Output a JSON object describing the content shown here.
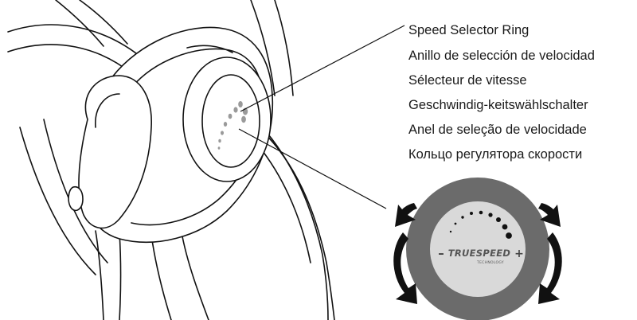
{
  "callout": {
    "labels": [
      "Speed Selector Ring",
      "Anillo de selección de velocidad",
      "Sélecteur de vitesse",
      "Geschwindig-keitswählschalter",
      "Anel de seleção de velocidade",
      "Кольцо регулятора скорости"
    ]
  },
  "dial": {
    "brand_main": "TRUESPEED",
    "brand_sub": "TECHNOLOGY",
    "minus": "–",
    "plus": "+",
    "ring_color": "#6b6b6b",
    "face_color": "#d9d9d9",
    "arrow_color": "#111111"
  },
  "icons": {
    "rotate_left": "curved-arrow-counterclockwise-icon",
    "rotate_right": "curved-arrow-clockwise-icon"
  }
}
